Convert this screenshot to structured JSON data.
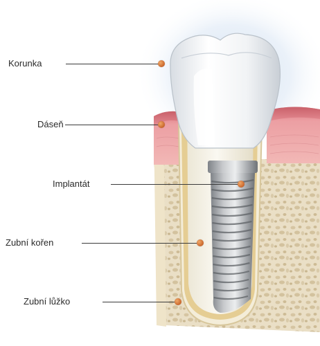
{
  "labels": {
    "crown": "Korunka",
    "gum": "Dáseň",
    "implant": "Implantát",
    "root": "Zubní kořen",
    "socket": "Zubní lůžko"
  },
  "colors": {
    "marker": "#c9662b",
    "gum": "#e79a9e",
    "bone": "#e9dcc0",
    "crown": "#f4f4f4",
    "implant": "#a9abae",
    "halo": "#cfe0f2"
  }
}
